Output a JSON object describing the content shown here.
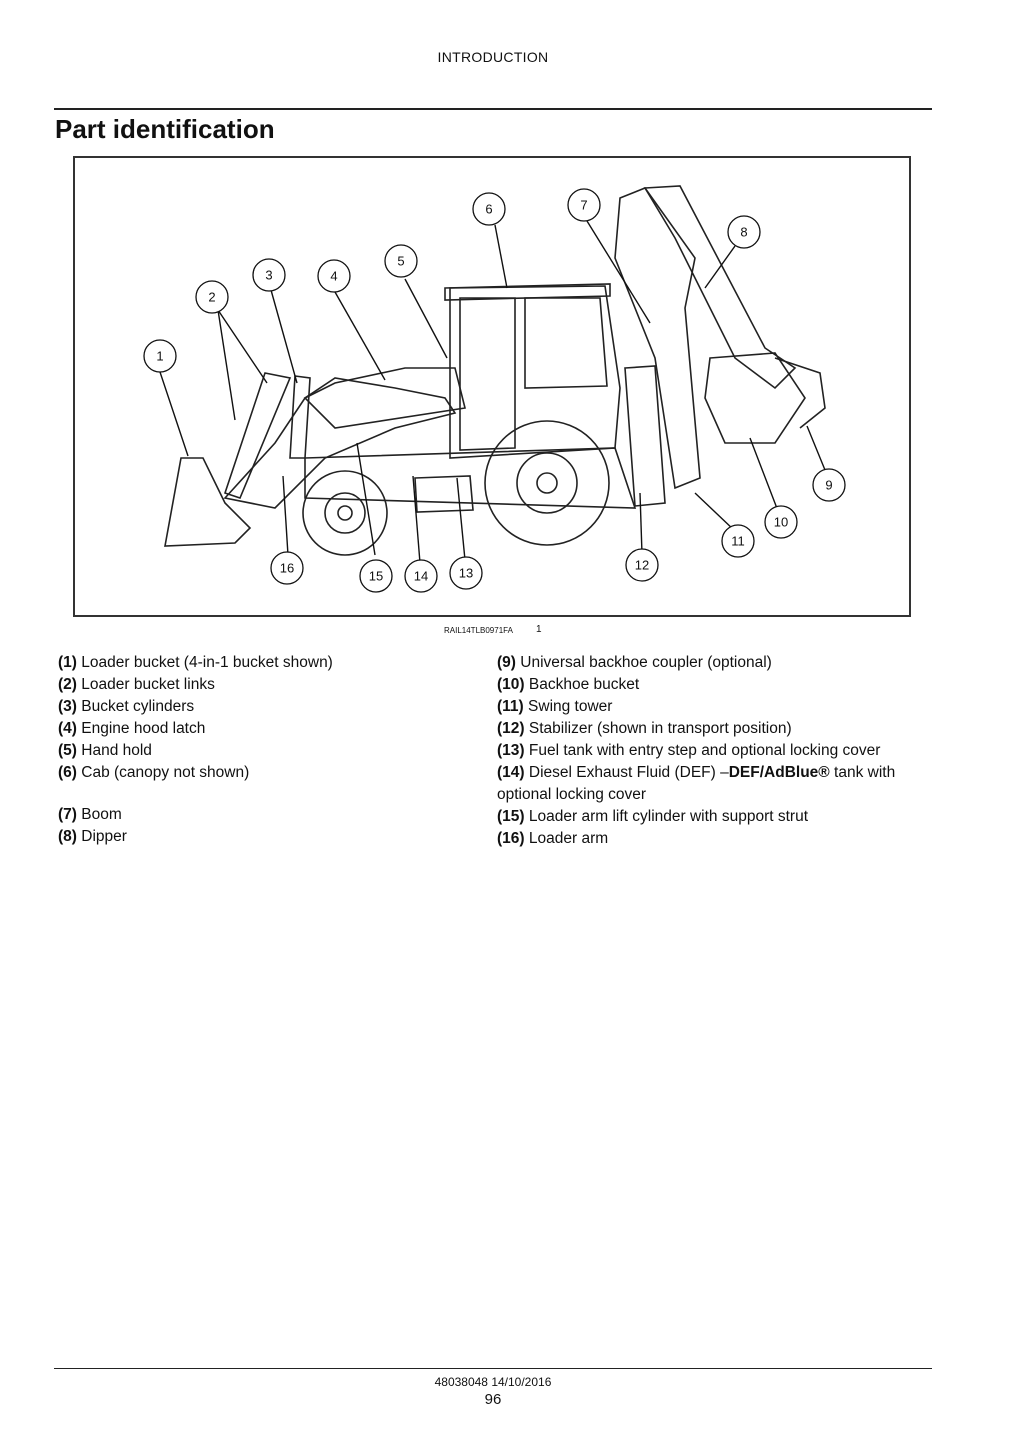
{
  "header": {
    "title": "INTRODUCTION"
  },
  "section": {
    "title": "Part identification"
  },
  "figure": {
    "reference": "RAIL14TLB0971FA",
    "number": "1",
    "callouts": [
      "1",
      "2",
      "3",
      "4",
      "5",
      "6",
      "7",
      "8",
      "9",
      "10",
      "11",
      "12",
      "13",
      "14",
      "15",
      "16"
    ]
  },
  "legend": {
    "left": [
      {
        "num": "(1)",
        "text": "Loader bucket (4-in-1 bucket shown)"
      },
      {
        "num": "(2)",
        "text": "Loader bucket links"
      },
      {
        "num": "(3)",
        "text": "Bucket cylinders"
      },
      {
        "num": "(4)",
        "text": "Engine hood latch"
      },
      {
        "num": "(5)",
        "text": "Hand hold"
      },
      {
        "num": "(6)",
        "text": "Cab (canopy not shown)"
      },
      {
        "num": "(7)",
        "text": "Boom"
      },
      {
        "num": "(8)",
        "text": "Dipper"
      }
    ],
    "right": [
      {
        "num": "(9)",
        "text": "Universal backhoe coupler (optional)"
      },
      {
        "num": "(10)",
        "text": "Backhoe bucket"
      },
      {
        "num": "(11)",
        "text": "Swing tower"
      },
      {
        "num": "(12)",
        "text": "Stabilizer (shown in transport position)"
      },
      {
        "num": "(13)",
        "text": "Fuel tank with entry step and optional locking cover"
      },
      {
        "num": "(14)",
        "text_before": "Diesel Exhaust Fluid (DEF) –",
        "text_bold": "DEF/AdBlue®",
        "text_after": " tank with optional locking cover"
      },
      {
        "num": "(15)",
        "text": "Loader arm lift cylinder with support strut"
      },
      {
        "num": "(16)",
        "text": "Loader arm"
      }
    ]
  },
  "footer": {
    "doc": "48038048 14/10/2016",
    "page": "96"
  }
}
